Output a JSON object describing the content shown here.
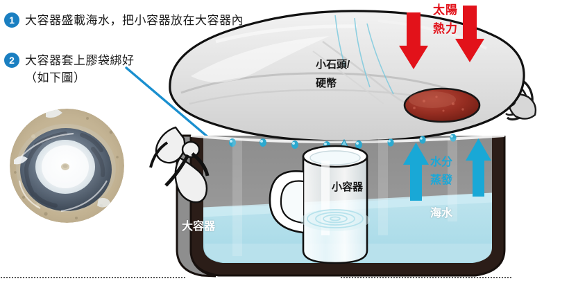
{
  "illustration": {
    "title": "solar-still-seawater-distillation-diagram",
    "colors": {
      "step_badge": "#1a7fc1",
      "pointer_line": "#1a8fcf",
      "sun_heat_red": "#e2121a",
      "evaporation_cyan": "#1aa8d8",
      "seawater_fill": "#a9dce8",
      "pot_wall_dark": "#2b1d18",
      "pot_side_gray": "#8c8c8c",
      "plastic_wrap_gray": "#d9d9d9",
      "stone_red": "#9e2b20"
    }
  },
  "steps": [
    {
      "number": "1",
      "text": "大容器盛載海水，把小容器放在大容器內"
    },
    {
      "number": "2",
      "text": "大容器套上膠袋綁好",
      "text2": "（如下圖）"
    }
  ],
  "photo": {
    "caption": "covered-pot-in-sand-photo"
  },
  "labels": {
    "stone": "小石頭/",
    "stone2": "硬幣",
    "small_container": "小容器",
    "big_container": "大容器",
    "seawater": "海水",
    "sun_heat_1": "太陽",
    "sun_heat_2": "熱力",
    "evaporation_1": "水分",
    "evaporation_2": "蒸發"
  },
  "icons": {
    "sun_arrow": "arrow-down-icon",
    "evaporation_arrow": "arrow-up-icon",
    "droplet": "water-droplet-icon",
    "pointer": "pointer-line-icon"
  }
}
